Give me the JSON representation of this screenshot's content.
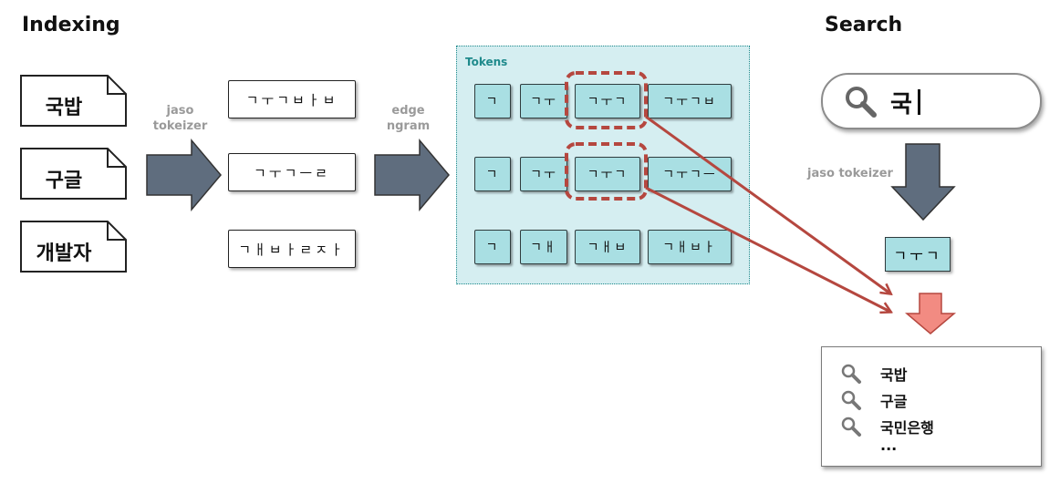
{
  "headings": {
    "indexing": "Indexing",
    "search": "Search"
  },
  "documents": [
    "국밥",
    "구글",
    "개발자"
  ],
  "jaso_tokenizer_label": [
    "jaso",
    "tokeizer"
  ],
  "jamo_sequences": [
    "ㄱㅜㄱㅂㅏㅂ",
    "ㄱㅜㄱㅡㄹ",
    "ㄱㅐㅂㅏㄹㅈㅏ"
  ],
  "edge_ngram_label": [
    "edge",
    "ngram"
  ],
  "tokens": {
    "title": "Tokens",
    "rows": [
      [
        "ㄱ",
        "ㄱㅜ",
        "ㄱㅜㄱ",
        "ㄱㅜㄱㅂ"
      ],
      [
        "ㄱ",
        "ㄱㅜ",
        "ㄱㅜㄱ",
        "ㄱㅜㄱㅡ"
      ],
      [
        "ㄱ",
        "ㄱㅐ",
        "ㄱㅐㅂ",
        "ㄱㅐㅂㅏ"
      ]
    ]
  },
  "search": {
    "query": "국",
    "tokenizer_label": "jaso tokeizer",
    "query_token": "ㄱㅜㄱ",
    "results": [
      "국밥",
      "구글",
      "국민은행"
    ],
    "more": "..."
  },
  "icons": {
    "search_icon": "magnifier-icon",
    "document_icon": "folded-page-icon"
  },
  "colors": {
    "flow_arrow": "#5f6d7e",
    "token_fill": "#a9dfe3",
    "panel_fill": "#d5eef1",
    "panel_border": "#1f8a8c",
    "match_highlight": "#b5473f",
    "result_arrow": "#f28b82"
  }
}
